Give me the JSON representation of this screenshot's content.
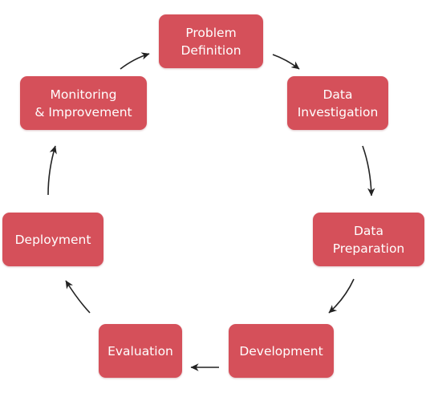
{
  "diagram": {
    "type": "cycle",
    "stages": [
      {
        "id": "problem",
        "label": "Problem\nDefinition"
      },
      {
        "id": "dataInv",
        "label": "Data\nInvestigation"
      },
      {
        "id": "dataPrep",
        "label": "Data\nPreparation"
      },
      {
        "id": "develop",
        "label": "Development"
      },
      {
        "id": "eval",
        "label": "Evaluation"
      },
      {
        "id": "deploy",
        "label": "Deployment"
      },
      {
        "id": "monitor",
        "label": "Monitoring\n& Improvement"
      }
    ],
    "flow": [
      [
        "problem",
        "dataInv"
      ],
      [
        "dataInv",
        "dataPrep"
      ],
      [
        "dataPrep",
        "develop"
      ],
      [
        "develop",
        "eval"
      ],
      [
        "eval",
        "deploy"
      ],
      [
        "deploy",
        "monitor"
      ],
      [
        "monitor",
        "problem"
      ]
    ],
    "colors": {
      "box": "#d5505a",
      "text": "#ffffff",
      "arrow": "#222222"
    }
  }
}
